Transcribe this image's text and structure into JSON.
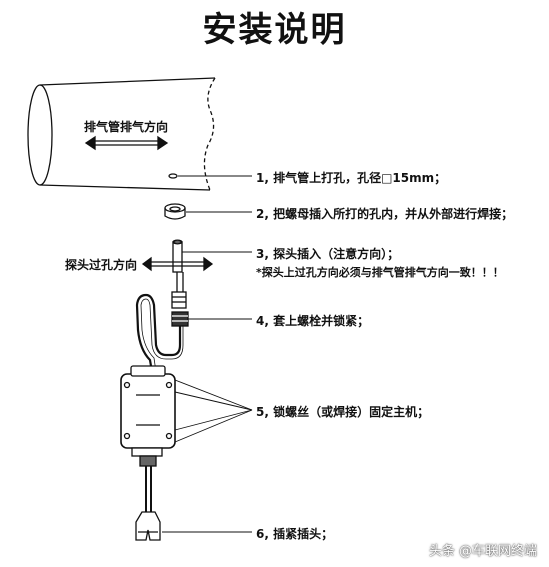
{
  "title": "安装说明",
  "pipe_label": "排气管排气方向",
  "probe_direction_label": "探头过孔方向",
  "steps": [
    {
      "text": "1, 排气管上打孔，孔径□15mm；"
    },
    {
      "text": "2, 把螺母插入所打的孔内，并从外部进行焊接；"
    },
    {
      "text": "3, 探头插入（注意方向）；"
    },
    {
      "text": "*探头上过孔方向必须与排气管排气方向一致！！！"
    },
    {
      "text": "4, 套上螺栓并锁紧；"
    },
    {
      "text": "5, 锁螺丝（或焊接）固定主机；"
    },
    {
      "text": "6, 插紧插头；"
    }
  ],
  "watermark": "头条 @车联网终端",
  "colors": {
    "line": "#111111",
    "background": "#ffffff"
  }
}
